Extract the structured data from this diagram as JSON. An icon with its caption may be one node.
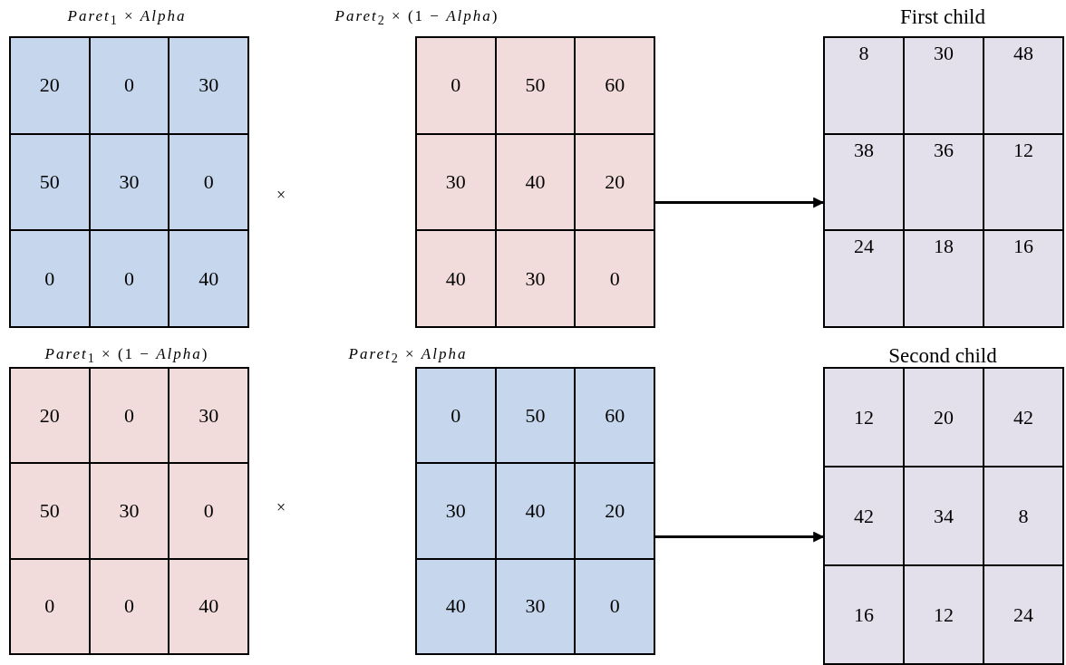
{
  "diagram": {
    "nodes": [
      {
        "text": [
          "20",
          "0",
          "30",
          "50",
          "30",
          "0",
          "0",
          "0",
          "40"
        ],
        "beside": [
          "*Paret*$_{1}$ × *Alpha*"
        ]
      },
      {
        "text": [
          "0",
          "50",
          "60",
          "30",
          "40",
          "20",
          "40",
          "30",
          "0"
        ],
        "beside": [
          "*Paret*$_{2}$ × (1 − *Alpha*)"
        ]
      },
      {
        "text": [
          "8",
          "30",
          "48",
          "38",
          "36",
          "12",
          "24",
          "18",
          "16"
        ],
        "beside": [
          "First child"
        ]
      },
      {
        "text": [
          "20",
          "0",
          "30",
          "50",
          "30",
          "0",
          "0",
          "0",
          "40"
        ],
        "beside": [
          "*Paret*$_{1}$ × (1 − *Alpha*)"
        ]
      },
      {
        "text": [
          "0",
          "50",
          "60",
          "30",
          "40",
          "20",
          "40",
          "30",
          "0"
        ],
        "beside": [
          "*Paret*$_{2}$ × *Alpha*"
        ]
      },
      {
        "text": [
          "12",
          "20",
          "42",
          "42",
          "34",
          "8",
          "16",
          "12",
          "24"
        ],
        "beside": [
          "Second child"
        ]
      }
    ],
    "edges": [
      {
        "from": 1,
        "to": 2,
        "arrow": "to"
      },
      {
        "from": 4,
        "to": 5,
        "arrow": "to"
      }
    ],
    "labels": [
      "×",
      "×"
    ]
  }
}
